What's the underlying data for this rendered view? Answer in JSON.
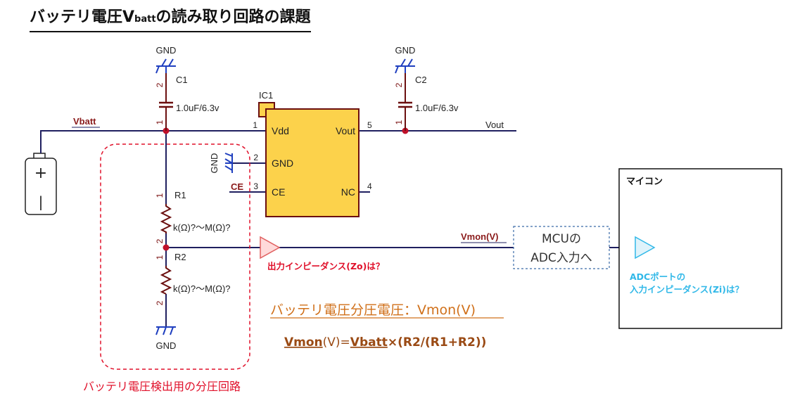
{
  "title": {
    "main": "バッテリ電圧V",
    "sub": "batt",
    "rest": "の読み取り回路の課題"
  },
  "gnd1": {
    "label": "GND"
  },
  "gnd2": {
    "label": "GND"
  },
  "gnd3": {
    "label": "GND"
  },
  "gnd4": {
    "label": "GND"
  },
  "c1": {
    "ref": "C1",
    "value": "1.0uF/6.3v",
    "pin_top": "2",
    "pin_bottom": "1"
  },
  "c2": {
    "ref": "C2",
    "value": "1.0uF/6.3v",
    "pin_top": "2",
    "pin_bottom": "1"
  },
  "ic1": {
    "ref": "IC1",
    "pins": [
      {
        "num": "1",
        "name": "Vdd"
      },
      {
        "num": "2",
        "name": "GND"
      },
      {
        "num": "3",
        "name": "CE"
      },
      {
        "num": "5",
        "name": "Vout"
      },
      {
        "num": "4",
        "name": "NC"
      }
    ]
  },
  "nets": {
    "vbatt": "Vbatt",
    "vout": "Vout",
    "ce": "CE",
    "vmon": "Vmon(V)"
  },
  "r1": {
    "ref": "R1",
    "value": "k(Ω)?～M(Ω)?",
    "pin_top": "1",
    "pin_bottom": "2"
  },
  "r2": {
    "ref": "R2",
    "value": "k(Ω)?～M(Ω)?",
    "pin_top": "1",
    "pin_bottom": "2"
  },
  "battery": {
    "plus": "+",
    "minus": "|"
  },
  "output_impedance": "出力インピーダンス(Zo)は？",
  "mcu_box": {
    "line1": "MCUの",
    "line2": "ADC入力へ"
  },
  "microcontroller": {
    "label": "マイコン"
  },
  "adc_port": {
    "line1": "ADCポートの",
    "line2": "入力インピーダンス(Zi)は？"
  },
  "divider_voltage_title": "バッテリ電圧分圧電圧：Vmon(V)",
  "formula": {
    "vmon": "Vmon",
    "unit": "(V)=",
    "vbatt": "Vbatt",
    "rest": "×(R2/(R1+R2))"
  },
  "divider_caption": "バッテリ電圧検出用の分圧回路",
  "colors": {
    "wire": "#1f1f5f",
    "gnd": "#1f3fbf",
    "component": "#6b0f0f",
    "ic_fill": "#fcd24b",
    "red": "#e0102a",
    "orange": "#d0701a",
    "brown": "#9a4a14",
    "cyan": "#30b8e8",
    "net_label": "#7a1010"
  }
}
